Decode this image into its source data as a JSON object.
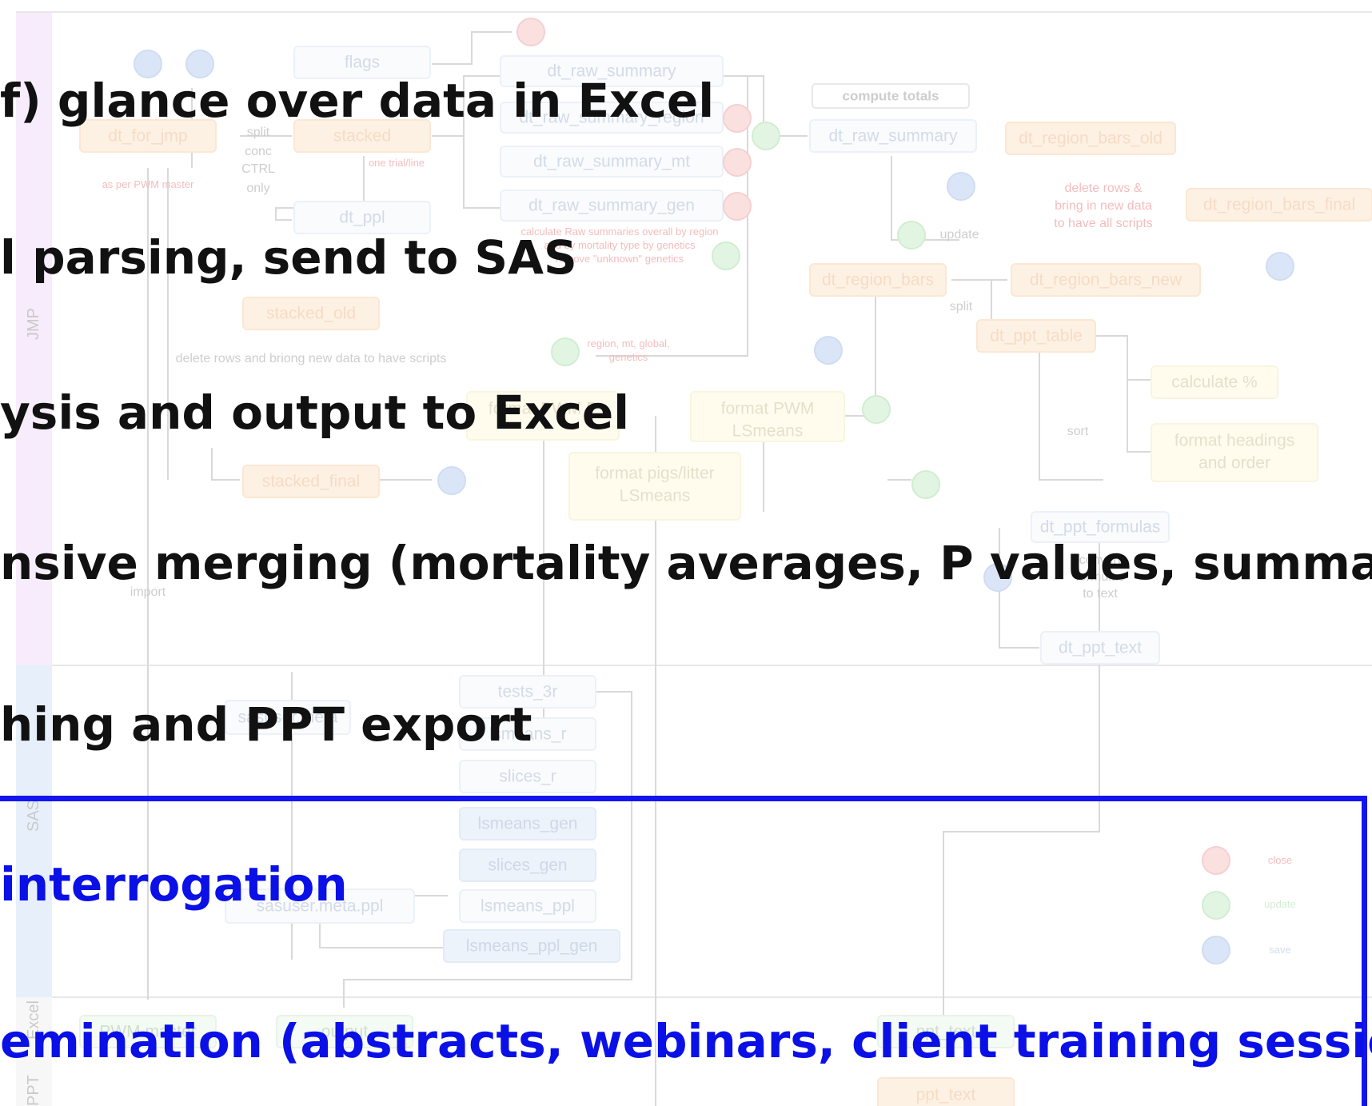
{
  "lanes": {
    "jmp": "JMP",
    "sas": "SAS",
    "excel": "Excel",
    "ppt": "PPT"
  },
  "nodes": {
    "flags": "flags",
    "dt_for_jmp": "dt_for_jmp",
    "stacked": "stacked",
    "dt_ppl": "dt_ppl",
    "stacked_old": "stacked_old",
    "stacked_final": "stacked_final",
    "dt_raw_summary_top": "dt_raw_summary",
    "dt_raw_summary_region": "dt_raw_summary_region",
    "dt_raw_summary_mt": "dt_raw_summary_mt",
    "dt_raw_summary_gen": "dt_raw_summary_gen",
    "compute_totals": "compute totals",
    "dt_raw_summary_main": "dt_raw_summary",
    "dt_region_bars_old": "dt_region_bars_old",
    "dt_region_bars_final": "dt_region_bars_final",
    "dt_region_bars": "dt_region_bars",
    "dt_region_bars_new": "dt_region_bars_new",
    "dt_ppt_table": "dt_ppt_table",
    "calculate_pct": "calculate %",
    "format_headings_1": "format headings",
    "format_headings_2": "and order",
    "format_pwm_p": "format PWM P",
    "format_pwm_lsmeans_1": "format PWM",
    "format_pwm_lsmeans_2": "LSmeans",
    "format_pigs_1": "format pigs/litter",
    "format_pigs_2": "LSmeans",
    "dt_ppt_formulas": "dt_ppt_formulas",
    "dt_ppt_text": "dt_ppt_text",
    "tests_3r": "tests_3r",
    "lsmeans_r": "lsmeans_r",
    "slices_r": "slices_r",
    "lsmeans_gen": "lsmeans_gen",
    "slices_gen": "slices_gen",
    "lsmeans_ppl": "lsmeans_ppl",
    "lsmeans_ppl_gen": "lsmeans_ppl_gen",
    "sasuser_meta": "sasuser.meta",
    "sasuser_meta_ppl": "sasuser.meta.ppl",
    "pwm_master": "PWM master",
    "output": "output",
    "ppt_text_excel": "ppt_text",
    "ppt_text": "ppt_text"
  },
  "edge_labels": {
    "split": "split",
    "conc": "conc",
    "ctrl": "CTRL",
    "only": "only",
    "one_trial_line": "one trial/line",
    "as_per_pwm_master": "as per PWM master",
    "delete_rows_new_data": "delete rows and briong new data to have scripts",
    "calculate_raw_1": "calculate Raw summaries overall by region",
    "calculate_raw_2": "and by mortality type by genetics",
    "calculate_raw_3": "remove \"unknown\" genetics",
    "delete_rows_amp_1": "delete rows &",
    "delete_rows_amp_2": "bring in new data",
    "delete_rows_amp_3": "to have all scripts",
    "update": "update",
    "split2": "split",
    "sort": "sort",
    "region_mt_1": "region, mt, global,",
    "region_mt_2": "genetics",
    "import": "import",
    "convert_1": "convert",
    "convert_2": "formulas",
    "convert_3": "to text"
  },
  "legend": {
    "close": "close",
    "update": "update",
    "save": "save"
  },
  "overlay": {
    "line1": "f) glance over data in Excel",
    "line2": "l parsing, send to SAS",
    "line3": "ysis and output to Excel",
    "line4": "nsive merging (mortality  averages, P values, summaries",
    "line5": "hing and PPT export",
    "line6": " interrogation",
    "line7": "emination (abstracts, webinars, client training sessions)"
  },
  "colors": {
    "blue_text": "#0a10e6",
    "frame": "#1414f0",
    "jmp_lane": "#e8c6f5",
    "sas_lane": "#b7d3f2"
  }
}
